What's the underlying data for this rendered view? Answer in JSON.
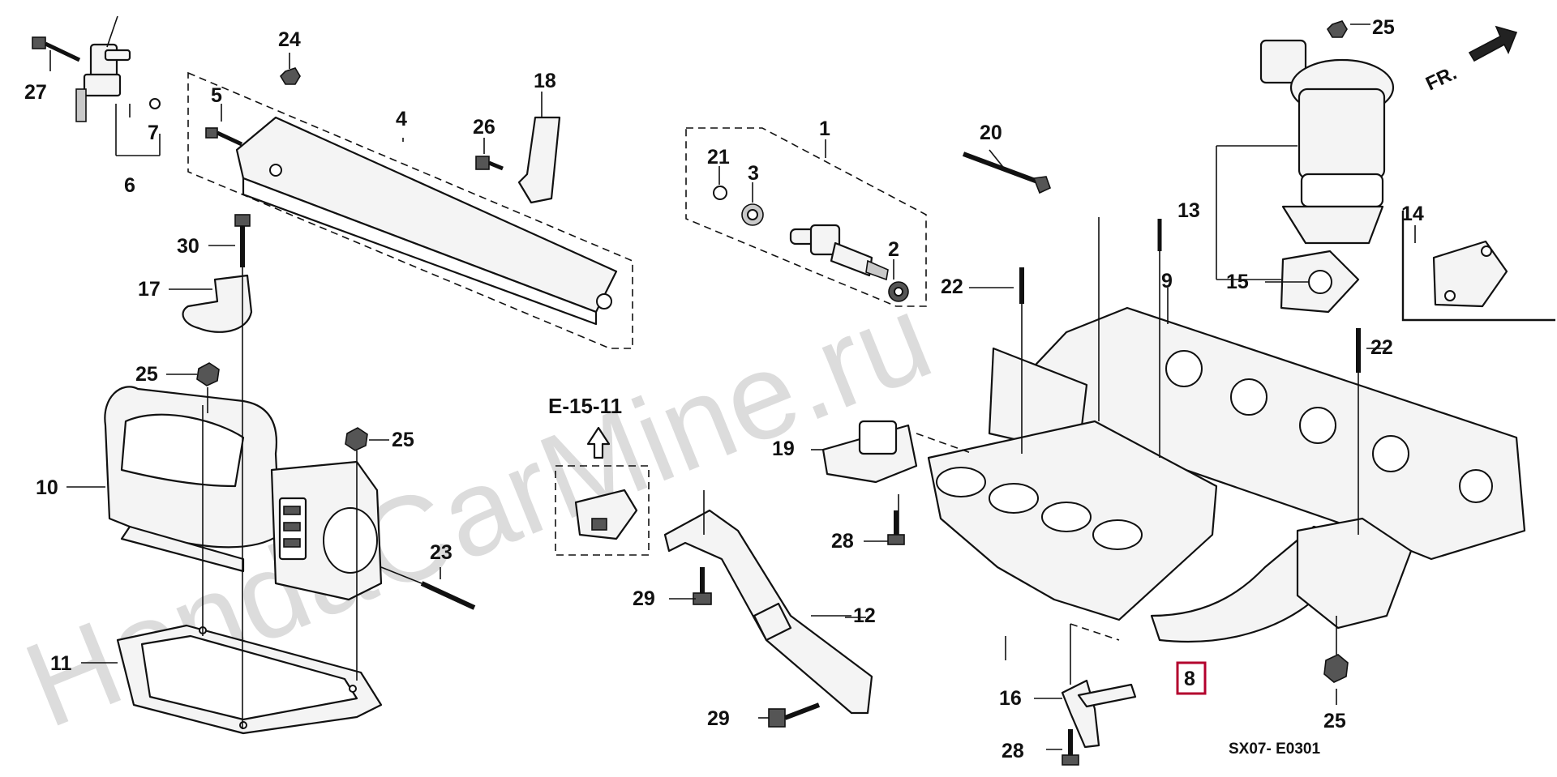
{
  "watermark": "HondaCarMine.ru",
  "diagram_code": "SX07- E0301",
  "front_label": "FR.",
  "reference": {
    "label": "E-15-11"
  },
  "highlighted_callout": "8",
  "callouts": {
    "c1": "1",
    "c2": "2",
    "c3": "3",
    "c4": "4",
    "c5": "5",
    "c6": "6",
    "c7": "7",
    "c8": "8",
    "c9": "9",
    "c10": "10",
    "c11": "11",
    "c12": "12",
    "c13": "13",
    "c14": "14",
    "c15": "15",
    "c16": "16",
    "c17": "17",
    "c18": "18",
    "c19": "19",
    "c20": "20",
    "c21": "21",
    "c22a": "22",
    "c22b": "22",
    "c23": "23",
    "c24": "24",
    "c25a": "25",
    "c25b": "25",
    "c25c": "25",
    "c25d": "25",
    "c26": "26",
    "c27": "27",
    "c28a": "28",
    "c28b": "28",
    "c29a": "29",
    "c29b": "29",
    "c30": "30"
  }
}
